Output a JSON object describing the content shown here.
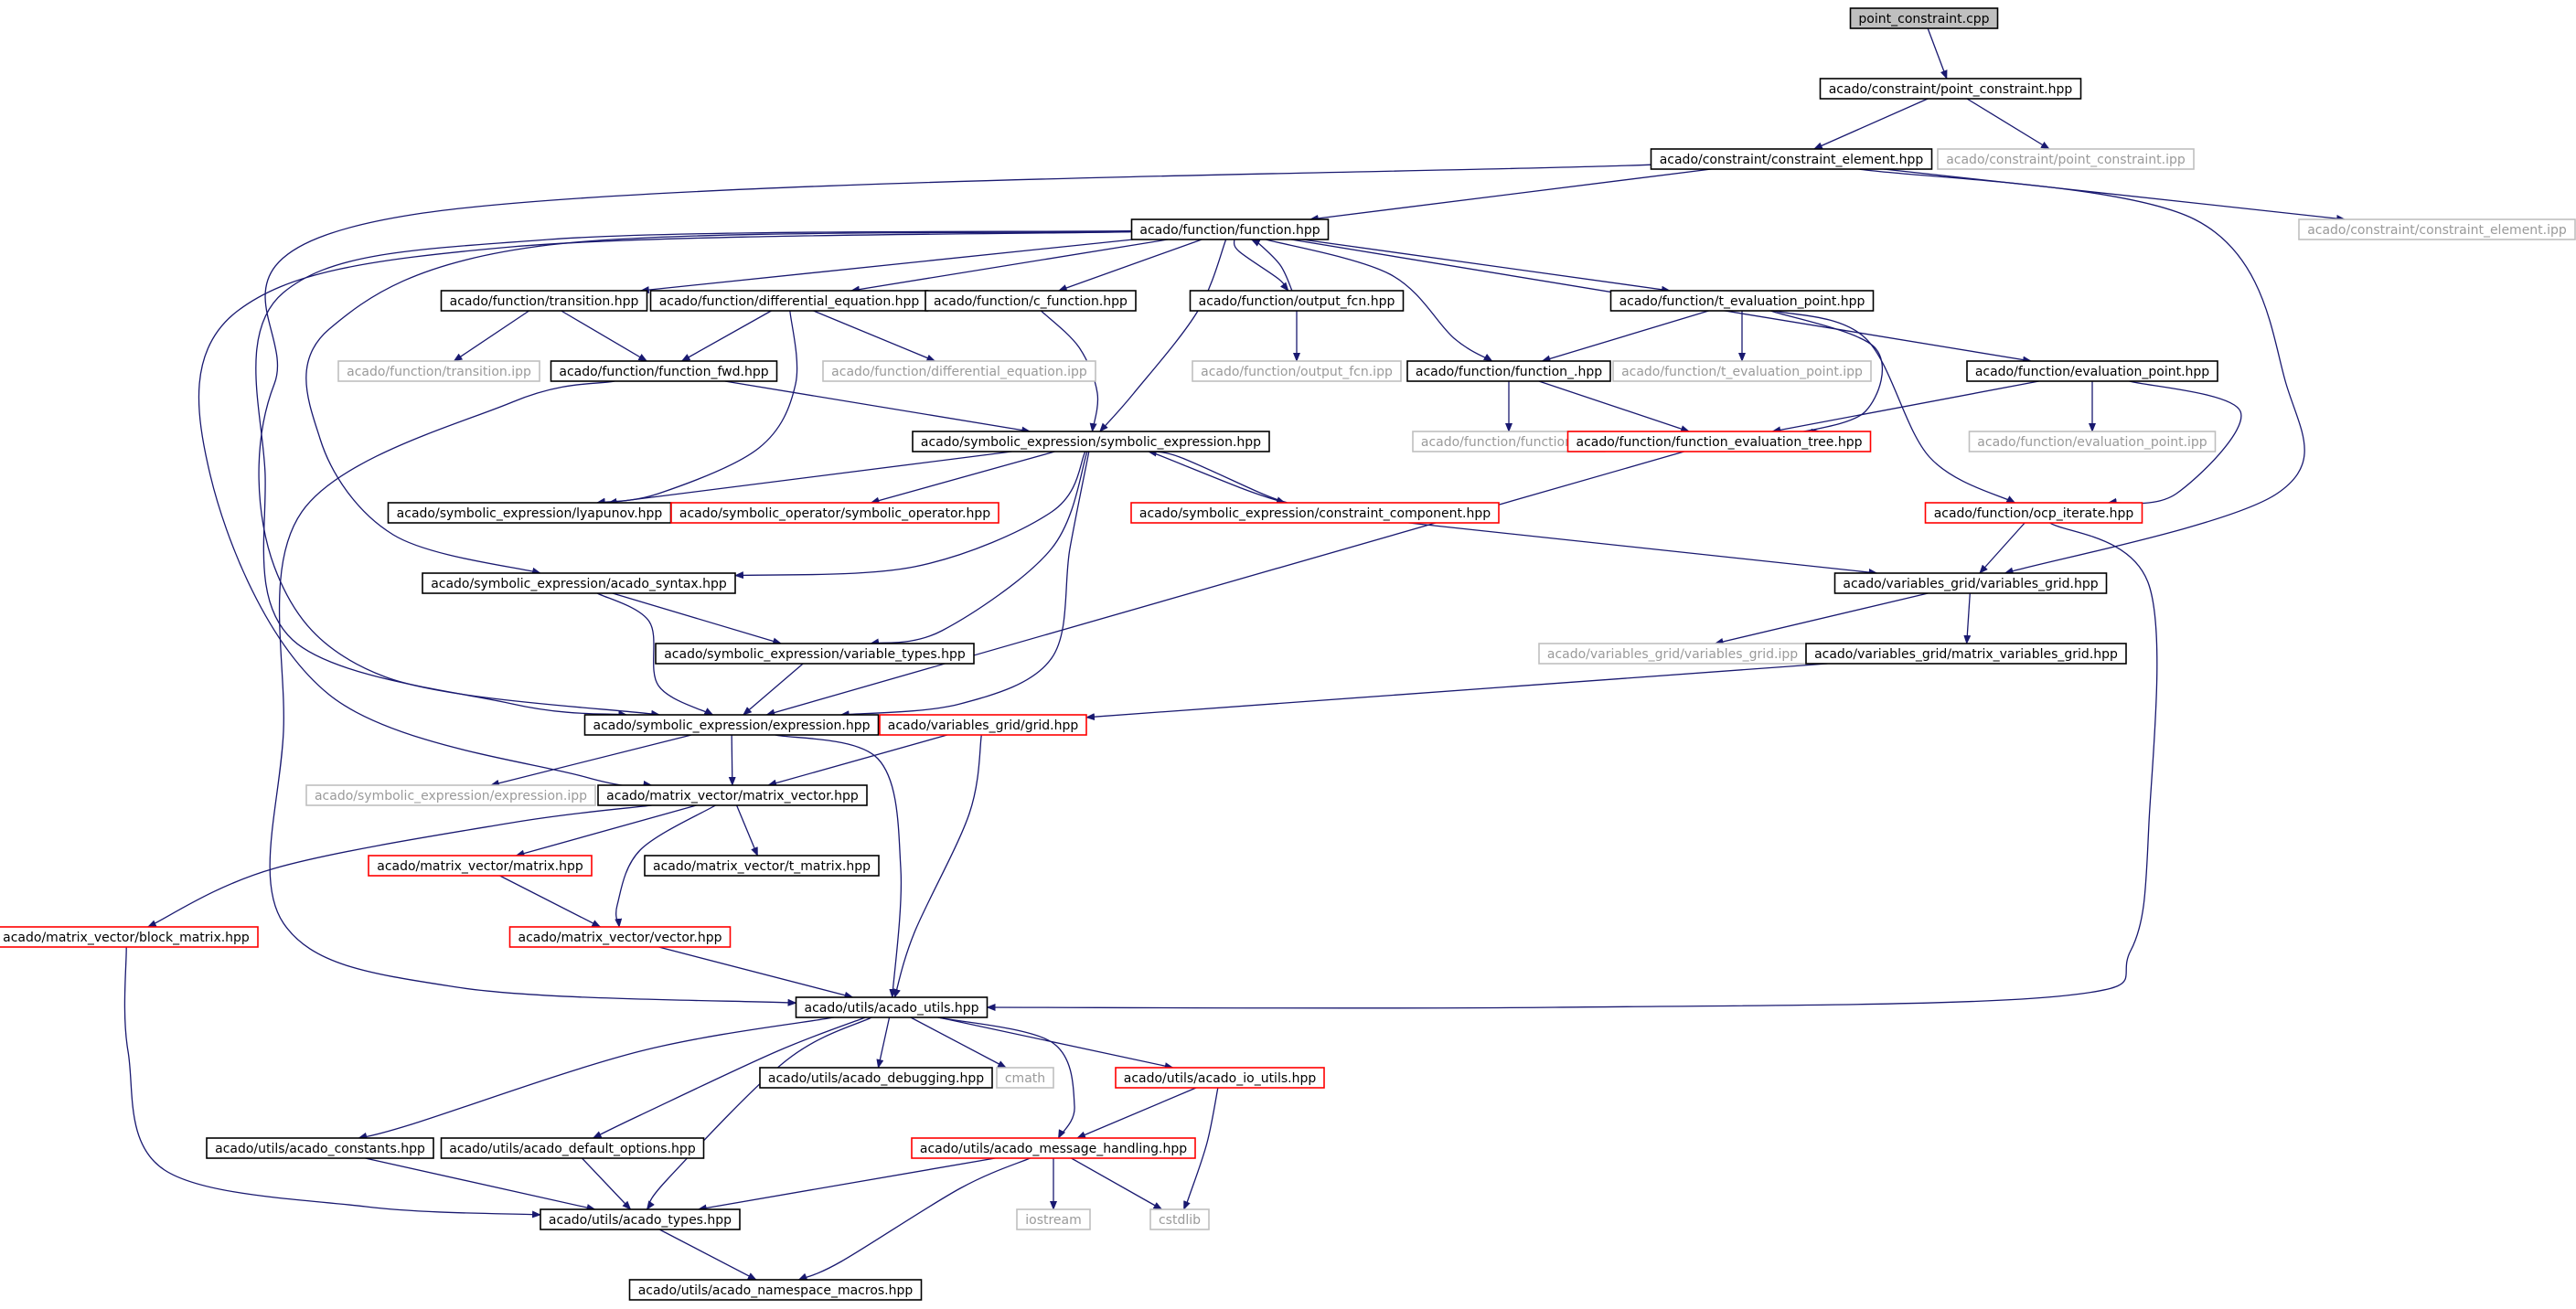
{
  "colors": {
    "edge": "#191970",
    "black_border": "#000000",
    "red_border": "#ff0000",
    "gray_border": "#bfbfbf",
    "root_fill": "#bfbfbf",
    "text_black": "#000000",
    "text_gray": "#9a9a9a"
  },
  "nodes": [
    {
      "id": "n1",
      "label": "point_constraint.cpp",
      "style": "root"
    },
    {
      "id": "n2",
      "label": "acado/constraint/point_constraint.hpp",
      "style": "black"
    },
    {
      "id": "n3",
      "label": "acado/constraint/constraint_element.hpp",
      "style": "black"
    },
    {
      "id": "n4",
      "label": "acado/constraint/point_constraint.ipp",
      "style": "gray"
    },
    {
      "id": "n5",
      "label": "acado/function/function.hpp",
      "style": "black"
    },
    {
      "id": "n6",
      "label": "acado/constraint/constraint_element.ipp",
      "style": "gray"
    },
    {
      "id": "n7",
      "label": "acado/function/transition.hpp",
      "style": "black"
    },
    {
      "id": "n8",
      "label": "acado/function/differential_equation.hpp",
      "style": "black"
    },
    {
      "id": "n9",
      "label": "acado/function/c_function.hpp",
      "style": "black"
    },
    {
      "id": "n10",
      "label": "acado/function/output_fcn.hpp",
      "style": "black"
    },
    {
      "id": "n11",
      "label": "acado/function/t_evaluation_point.hpp",
      "style": "black"
    },
    {
      "id": "n12",
      "label": "acado/function/transition.ipp",
      "style": "gray"
    },
    {
      "id": "n13",
      "label": "acado/function/function_fwd.hpp",
      "style": "black"
    },
    {
      "id": "n14",
      "label": "acado/function/differential_equation.ipp",
      "style": "gray"
    },
    {
      "id": "n15",
      "label": "acado/function/output_fcn.ipp",
      "style": "gray"
    },
    {
      "id": "n16",
      "label": "acado/function/function_.hpp",
      "style": "black"
    },
    {
      "id": "n17",
      "label": "acado/function/t_evaluation_point.ipp",
      "style": "gray"
    },
    {
      "id": "n18",
      "label": "acado/function/evaluation_point.hpp",
      "style": "black"
    },
    {
      "id": "n19",
      "label": "acado/symbolic_expression/symbolic_expression.hpp",
      "style": "black"
    },
    {
      "id": "n20",
      "label": "acado/function/function.ipp",
      "style": "gray"
    },
    {
      "id": "n21",
      "label": "acado/function/function_evaluation_tree.hpp",
      "style": "red"
    },
    {
      "id": "n22",
      "label": "acado/function/evaluation_point.ipp",
      "style": "gray"
    },
    {
      "id": "n23",
      "label": "acado/symbolic_expression/lyapunov.hpp",
      "style": "black"
    },
    {
      "id": "n24",
      "label": "acado/symbolic_operator/symbolic_operator.hpp",
      "style": "red"
    },
    {
      "id": "n25",
      "label": "acado/symbolic_expression/constraint_component.hpp",
      "style": "red"
    },
    {
      "id": "n26",
      "label": "acado/function/ocp_iterate.hpp",
      "style": "red"
    },
    {
      "id": "n27",
      "label": "acado/symbolic_expression/acado_syntax.hpp",
      "style": "black"
    },
    {
      "id": "n28",
      "label": "acado/variables_grid/variables_grid.hpp",
      "style": "black"
    },
    {
      "id": "n29",
      "label": "acado/symbolic_expression/variable_types.hpp",
      "style": "black"
    },
    {
      "id": "n30",
      "label": "acado/variables_grid/variables_grid.ipp",
      "style": "gray"
    },
    {
      "id": "n31",
      "label": "acado/variables_grid/matrix_variables_grid.hpp",
      "style": "black"
    },
    {
      "id": "n32",
      "label": "acado/symbolic_expression/expression.hpp",
      "style": "black"
    },
    {
      "id": "n33",
      "label": "acado/variables_grid/grid.hpp",
      "style": "red"
    },
    {
      "id": "n34",
      "label": "acado/symbolic_expression/expression.ipp",
      "style": "gray"
    },
    {
      "id": "n35",
      "label": "acado/matrix_vector/matrix_vector.hpp",
      "style": "black"
    },
    {
      "id": "n36",
      "label": "acado/matrix_vector/matrix.hpp",
      "style": "red"
    },
    {
      "id": "n37",
      "label": "acado/matrix_vector/t_matrix.hpp",
      "style": "black"
    },
    {
      "id": "n38",
      "label": "acado/matrix_vector/block_matrix.hpp",
      "style": "red"
    },
    {
      "id": "n39",
      "label": "acado/matrix_vector/vector.hpp",
      "style": "red"
    },
    {
      "id": "n40",
      "label": "acado/utils/acado_utils.hpp",
      "style": "black"
    },
    {
      "id": "n41",
      "label": "acado/utils/acado_debugging.hpp",
      "style": "black"
    },
    {
      "id": "n42",
      "label": "cmath",
      "style": "gray"
    },
    {
      "id": "n43",
      "label": "acado/utils/acado_io_utils.hpp",
      "style": "red"
    },
    {
      "id": "n44",
      "label": "acado/utils/acado_constants.hpp",
      "style": "black"
    },
    {
      "id": "n45",
      "label": "acado/utils/acado_default_options.hpp",
      "style": "black"
    },
    {
      "id": "n46",
      "label": "acado/utils/acado_message_handling.hpp",
      "style": "red"
    },
    {
      "id": "n47",
      "label": "acado/utils/acado_types.hpp",
      "style": "black"
    },
    {
      "id": "n48",
      "label": "iostream",
      "style": "gray"
    },
    {
      "id": "n49",
      "label": "cstdlib",
      "style": "gray"
    },
    {
      "id": "n50",
      "label": "acado/utils/acado_namespace_macros.hpp",
      "style": "black"
    }
  ],
  "edges": [
    [
      "n1",
      "n2"
    ],
    [
      "n2",
      "n3"
    ],
    [
      "n2",
      "n4"
    ],
    [
      "n3",
      "n5"
    ],
    [
      "n3",
      "n6"
    ],
    [
      "n3",
      "n32"
    ],
    [
      "n3",
      "n28"
    ],
    [
      "n5",
      "n7"
    ],
    [
      "n5",
      "n8"
    ],
    [
      "n5",
      "n9"
    ],
    [
      "n5",
      "n10"
    ],
    [
      "n5",
      "n11"
    ],
    [
      "n5",
      "n16"
    ],
    [
      "n5",
      "n18"
    ],
    [
      "n5",
      "n19"
    ],
    [
      "n5",
      "n27"
    ],
    [
      "n5",
      "n32"
    ],
    [
      "n5",
      "n35"
    ],
    [
      "n10",
      "n5"
    ],
    [
      "n10",
      "n15"
    ],
    [
      "n7",
      "n12"
    ],
    [
      "n7",
      "n13"
    ],
    [
      "n8",
      "n13"
    ],
    [
      "n8",
      "n14"
    ],
    [
      "n8",
      "n23"
    ],
    [
      "n9",
      "n19"
    ],
    [
      "n11",
      "n16"
    ],
    [
      "n11",
      "n17"
    ],
    [
      "n11",
      "n21"
    ],
    [
      "n11",
      "n26"
    ],
    [
      "n13",
      "n19"
    ],
    [
      "n13",
      "n40"
    ],
    [
      "n16",
      "n20"
    ],
    [
      "n16",
      "n21"
    ],
    [
      "n18",
      "n21"
    ],
    [
      "n18",
      "n22"
    ],
    [
      "n18",
      "n26"
    ],
    [
      "n19",
      "n23"
    ],
    [
      "n19",
      "n24"
    ],
    [
      "n19",
      "n25"
    ],
    [
      "n19",
      "n27"
    ],
    [
      "n19",
      "n29"
    ],
    [
      "n19",
      "n32"
    ],
    [
      "n25",
      "n19"
    ],
    [
      "n25",
      "n28"
    ],
    [
      "n21",
      "n32"
    ],
    [
      "n26",
      "n28"
    ],
    [
      "n26",
      "n40"
    ],
    [
      "n27",
      "n29"
    ],
    [
      "n27",
      "n32"
    ],
    [
      "n29",
      "n32"
    ],
    [
      "n28",
      "n30"
    ],
    [
      "n28",
      "n31"
    ],
    [
      "n31",
      "n33"
    ],
    [
      "n32",
      "n34"
    ],
    [
      "n32",
      "n35"
    ],
    [
      "n32",
      "n40"
    ],
    [
      "n33",
      "n35"
    ],
    [
      "n33",
      "n40"
    ],
    [
      "n35",
      "n36"
    ],
    [
      "n35",
      "n37"
    ],
    [
      "n35",
      "n38"
    ],
    [
      "n35",
      "n39"
    ],
    [
      "n36",
      "n39"
    ],
    [
      "n38",
      "n47"
    ],
    [
      "n39",
      "n40"
    ],
    [
      "n40",
      "n41"
    ],
    [
      "n40",
      "n42"
    ],
    [
      "n40",
      "n43"
    ],
    [
      "n40",
      "n44"
    ],
    [
      "n40",
      "n45"
    ],
    [
      "n40",
      "n46"
    ],
    [
      "n40",
      "n47"
    ],
    [
      "n43",
      "n46"
    ],
    [
      "n43",
      "n49"
    ],
    [
      "n44",
      "n47"
    ],
    [
      "n45",
      "n47"
    ],
    [
      "n46",
      "n47"
    ],
    [
      "n46",
      "n48"
    ],
    [
      "n46",
      "n49"
    ],
    [
      "n46",
      "n50"
    ],
    [
      "n47",
      "n50"
    ]
  ]
}
